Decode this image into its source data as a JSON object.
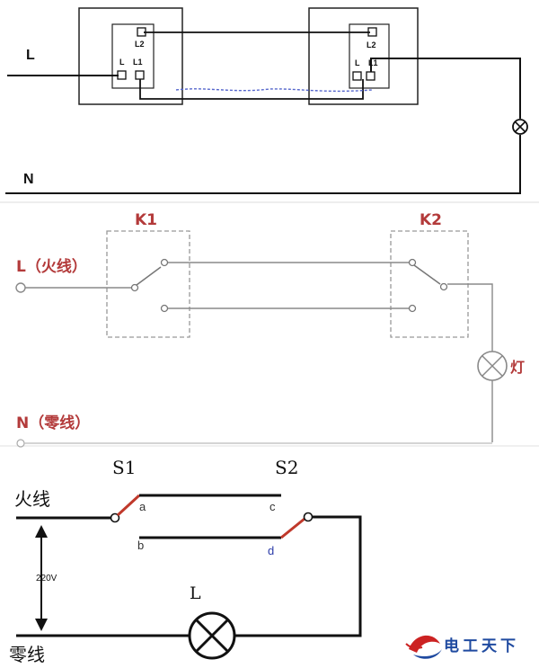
{
  "panel1": {
    "live_label": "L",
    "neutral_label": "N",
    "switch1": {
      "terminal_l2": "L2",
      "terminal_l": "L",
      "terminal_l1": "L1"
    },
    "switch2": {
      "terminal_l2": "L2",
      "terminal_l": "L",
      "terminal_l1": "L1"
    }
  },
  "panel2": {
    "k1_label": "K1",
    "k2_label": "K2",
    "live_label": "L（火线）",
    "neutral_label": "N（零线）",
    "lamp_label": "灯"
  },
  "panel3": {
    "s1_label": "S1",
    "s2_label": "S2",
    "live_label": "火线",
    "neutral_label": "零线",
    "voltage_label": "220V",
    "lamp_label": "L",
    "terminal_a": "a",
    "terminal_b": "b",
    "terminal_c": "c",
    "terminal_d": "d"
  },
  "watermark": {
    "text": "电工天下"
  },
  "colors": {
    "wire": "#111111",
    "panel2_wire": "#8a8a8a",
    "label_red": "#b33a3a",
    "dashed_box": "#999999",
    "watermark_blue": "#1f4aa0",
    "watermark_red": "#cc2222"
  }
}
